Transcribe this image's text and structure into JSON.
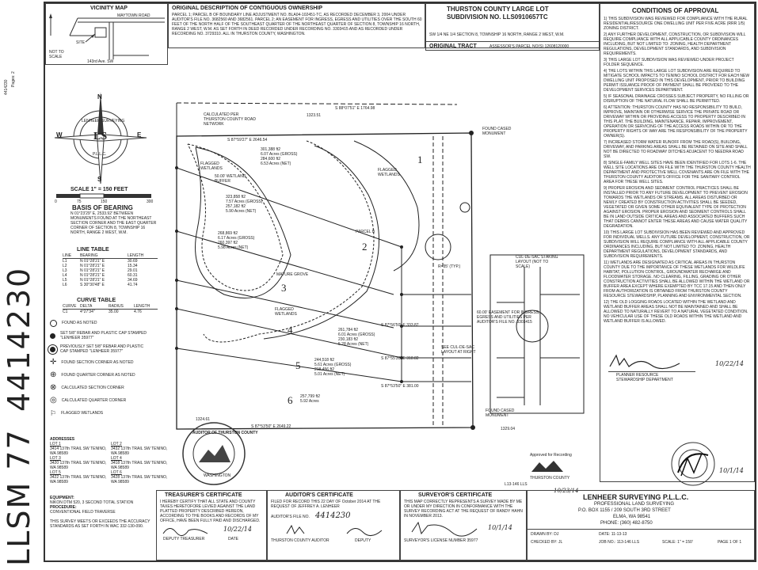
{
  "stamp": {
    "recording_number": "4414230",
    "book": "LLSM 77",
    "page_label": "Pages: 2"
  },
  "vicinity": {
    "title": "VICINITY MAP",
    "road": "MAYTOWN ROAD",
    "road2": "143rd Ave. SW",
    "site": "SITE",
    "nts": "NOT TO SCALE"
  },
  "legal": {
    "title": "ORIGINAL DESCRIPTION OF CONTIGUOUS OWNERSHIP",
    "text": "PARCEL 1; PARCEL B OF BOUNDARY LINE ADJUSTMENT NO. BLA04-102451-TC, AS RECORDED DECEMBER 3, 2004 UNDER AUDITOR'S FILE NO. 3682560 AND 3682561. PARCEL 2; AN EASEMENT FOR INGRESS, EGRESS AND UTILITIES OVER THE SOUTH 60 FEET OF THE NORTH HALF OF THE SOUTHEAST QUARTER OF THE NORTHEAST QUARTER OF SECTION 8, TOWNSHIP 16 NORTH, RANGE 2 WEST, W.M. AS SET FORTH IN DEED RECORDED UNDER RECORDING NO. 3303415 AND AS RECORDED UNDER RECORDING NO. 3729310. ALL IN THURSTON COUNTY, WASHINGTON."
  },
  "title_block": {
    "line1": "THURSTON COUNTY LARGE LOT",
    "line2": "SUBDIVISION NO. LLS0910657TC",
    "location": "SW 1/4 NE 1/4 SECTION 8, TOWNSHIP 16 NORTH, RANGE 2 WEST, W.M.",
    "original_tract": "ORIGINAL TRACT",
    "parcel": "ASSESSOR'S PARCEL NO(S) 12608120000"
  },
  "north_arrow": {
    "n": "N",
    "s": "S",
    "e": "E",
    "w": "W",
    "company": "LENHEER SURVEYING",
    "initials": "LS",
    "pllc": "P.L.L.C."
  },
  "scale": {
    "label": "SCALE 1\" = 150 FEET",
    "ticks": [
      "0",
      "75",
      "150",
      "300"
    ]
  },
  "basis": {
    "title": "BASIS OF BEARING",
    "text": "N 01°23'29\" E, 2533.92' BETWEEN MONUMENTS FOUND AT THE NORTHEAST SECTION CORNER AND THE EAST QUARTER CORNER OF SECTION 8, TOWNSHIP 16 NORTH, RANGE 2 WEST, W.M."
  },
  "line_table": {
    "title": "LINE TABLE",
    "headers": [
      "LINE",
      "BEARING",
      "LENGTH"
    ],
    "rows": [
      [
        "L1",
        "N 01°28'21\" E",
        "30.69"
      ],
      [
        "L2",
        "N 01°28'21\" E",
        "15.34"
      ],
      [
        "L3",
        "N 01°28'21\" E",
        "29.01"
      ],
      [
        "L4",
        "N 01°28'21\" E",
        "60.31"
      ],
      [
        "L5",
        "N 01°28'21\" E",
        "34.69"
      ],
      [
        "L6",
        "S 30°30'48\" E",
        "41.74"
      ]
    ]
  },
  "curve_table": {
    "title": "CURVE TABLE",
    "headers": [
      "CURVE",
      "DELTA",
      "RADIUS",
      "LENGTH"
    ],
    "rows": [
      [
        "C1",
        "4°27'34\"",
        "35.00",
        "4.76"
      ]
    ]
  },
  "legend": {
    "items": [
      "FOUND AS NOTED",
      "SET 5/8\" REBAR AND PLASTIC CAP STAMPED \"LENHEER 35977\"",
      "PREVIOUSLY SET 5/8\" REBAR AND PLASTIC CAP STAMPED \"LENHEER 35977\"",
      "FOUND SECTION CORNER AS NOTED",
      "FOUND QUARTER CORNER AS NOTED",
      "CALCULATED SECTION CORNER",
      "CALCULATED QUARTER CORNER",
      "FLAGGED WETLANDS"
    ]
  },
  "addresses": {
    "title": "ADDRESSES",
    "lots": [
      {
        "lot": "LOT 1",
        "addr": "3414 137th TRAIL SW TENINO, WA 98589"
      },
      {
        "lot": "LOT 2",
        "addr": "3432 137th TRAIL SW TENINO, WA 98589"
      },
      {
        "lot": "LOT 3",
        "addr": "3420 137th TRAIL SW TENINO, WA 98589"
      },
      {
        "lot": "LOT 4",
        "addr": "3418 137th TRAIL SW TENINO, WA 98589"
      },
      {
        "lot": "LOT 5",
        "addr": "3422 137th TRAIL SW TENINO, WA 98589"
      },
      {
        "lot": "LOT 6",
        "addr": "3428 137th TRAIL SW TENINO, WA 98589"
      }
    ]
  },
  "equipment": {
    "title": "EQUIPMENT:",
    "text": "NIKON DTM 520, 3 SECOND TOTAL STATION",
    "proc_title": "PROCEDURE:",
    "proc": "CONVENTIONAL FIELD TRAVERSE",
    "accuracy": "THIS SURVEY MEETS OR EXCEEDS THE ACCURACY STANDARDS AS SET FORTH IN WAC 332-130-090."
  },
  "plat": {
    "north_line": "S 88°07'51\" E 1764.98",
    "top_dim": "1323.51",
    "lots": [
      {
        "num": "1",
        "area": "301,388 ft2",
        "acres_g": "6.07 Acres (GROSS)",
        "area_n": "284,600 ft2",
        "acres_n": "6.53 Acres (NET)"
      },
      {
        "num": "2",
        "area": "323,858 ft2",
        "acres_g": "7.57 Acres (GROSS)",
        "area_n": "257,182 ft2",
        "acres_n": "5.90 Acres (NET)"
      },
      {
        "num": "3",
        "area": "268,869 ft2",
        "acres_g": "6.17 Acres (GROSS)",
        "area_n": "260,397 ft2",
        "acres_n": "5.98 Acres (NET)"
      },
      {
        "num": "4",
        "area": "261,784 ft2",
        "acres_g": "6.01 Acres (GROSS)",
        "area_n": "230,183 ft2",
        "acres_n": "5.28 Acres (NET)"
      },
      {
        "num": "5",
        "area": "244,518 ft2",
        "acres_g": "5.61 Acres (GROSS)",
        "area_n": "218,456 ft2",
        "acres_n": "5.01 Acres (NET)"
      },
      {
        "num": "6",
        "area": "257,799 ft2",
        "acres_g": "5.92 Acres",
        "area_n": "",
        "acres_n": ""
      }
    ],
    "labels": [
      "FLAGGED WETLANDS",
      "50.00' WETLAND BUFFER",
      "FLAGGED WETLANDS",
      "PARCEL B",
      "MATURE GROVE",
      "FLAGGED WETLANDS",
      "FOUND CASED MONUMENT",
      "FOUND CASED MONUMENT",
      "CALCULATED PER THURSTON COUNTY ROAD NETWORK",
      "60.00' EASEMENT FOR INGRESS, EGRESS AND UTILITIES PER AUDITOR'S FILE NO. 3303415",
      "SEE CUL-DE-SAC LAYOUT AT RIGHT",
      "CUL-DE-SAC STAKING LAYOUT (NOT TO SCALE)",
      "R=35' (TYP.)"
    ],
    "bearings": [
      "S 87°59'27\" E 2646.54",
      "S 87°56'50\" E 333.87",
      "S 87°55'30\" E 318.82",
      "S 87°53'50\" E 381.00",
      "S 87°53'50\" E 2649.22",
      "1324.61",
      "1329.04"
    ]
  },
  "conditions": {
    "title": "CONDITIONS OF APPROVAL",
    "items": [
      "1) THIS SUBDIVISION WAS REVIEWED FOR COMPLIANCE WITH THE RURAL RESIDENTIAL/RESOURCE ONE DWELLING UNIT PER FIVE ACRE (RRR 1/5) ZONING DISTRICT.",
      "2) ANY FURTHER DEVELOPMENT, CONSTRUCTION, OR SUBDIVISION WILL REQUIRE COMPLIANCE WITH ALL APPLICABLE COUNTY ORDINANCES INCLUDING, BUT NOT LIMITED TO: ZONING, HEALTH DEPARTMENT REGULATIONS, DEVELOPMENT STANDARDS, AND SUBDIVISION REQUIREMENTS.",
      "3) THIS LARGE LOT SUBDIVISION WAS REVIEWED UNDER PROJECT FOLDER SEQUENCE.",
      "4) THE LOTS WITHIN THIS LARGE LOT SUBDIVISION ARE REQUIRED TO MITIGATE SCHOOL IMPACTS TO TENINO SCHOOL DISTRICT FOR EACH NEW DWELLING UNIT PROPOSED IN THIS DEVELOPMENT, PRIOR TO BUILDING PERMIT ISSUANCE PROOF OF PAYMENT SHALL BE PROVIDED TO THE DEVELOPMENT SERVICES DEPARTMENT.",
      "5) IF SEASONAL DRAINAGE CROSSES SUBJECT PROPERTY, NO FILLING OR DISRUPTION OF THE NATURAL FLOW SHALL BE PERMITTED.",
      "6) ATTENTION: THURSTON COUNTY HAS NO RESPONSIBILITY TO BUILD, IMPROVE, MAINTAIN OR OTHERWISE SERVICE THE PRIVATE ROAD OR DRIVEWAY WITHIN OR PROVIDING ACCESS TO PROPERTY DESCRIBED IN THIS PLAT. THE BUILDING, MAINTENANCE, REPAIR, IMPROVEMENT, OPERATION OR SERVICING OF THE ACCESS ROADS WITHIN OR TO THE PROPERTY RIGHTS OF WAY ARE THE RESPONSIBILITY OF THE PROPERTY OWNER(S).",
      "7) INCREASED STORM WATER RUNOFF FROM THE ROAD(S), BUILDING, DRIVEWAY, AND PARKING AREAS SHALL BE RETAINED ON SITE AND SHALL NOT BE DIRECTED TO ROADWAY DITCHES ADJACENT TO NEEDRA ROAD SW.",
      "8) SINGLE-FAMILY WELL SITES HAVE BEEN IDENTIFIED FOR LOTS 1-6. THE WELL SITE LOCATIONS ARE ON FILE WITH THE THURSTON COUNTY HEALTH DEPARTMENT AND PROTECTIVE WELL COVENANTS ARE ON FILE WITH THE THURSTON COUNTY AUDITOR'S OFFICE FOR THE SANITARY CONTROL AREA FOR THESE WELL SITES.",
      "9) PROPER EROSION AND SEDIMENT CONTROL PRACTICES SHALL BE INSTALLED PRIOR TO ANY FUTURE DEVELOPMENT TO PREVENT EROSION TOWARDS THE WETLANDS OR STREAMS. ALL AREAS DISTURBED OR NEWLY CREATED BY CONSTRUCTION ACTIVITIES SHALL BE SEEDED, VEGETATED OR GIVEN SOME OTHER EQUIVALENT TYPE OF PROTECTION AGAINST EROSION. PROPER EROSION AND SEDIMENT CONTROLS SHALL BE IN LAND OUTSIDE CRITICAL AREAS AND ASSOCIATED BUFFERS SUCH THAT DEBRIS CANNOT ENTER THESE AREAS AND CAUSE WATER QUALITY DEGRADATION.",
      "10) THIS LARGE LOT SUBDIVISION HAS BEEN REVIEWED AND APPROVED FOR INDIVIDUAL WELLS. ANY FUTURE DEVELOPMENT, CONSTRUCTION, OR SUBDIVISION WILL REQUIRE COMPLIANCE WITH ALL APPLICABLE COUNTY ORDINANCES INCLUDING, BUT NOT LIMITED TO: ZONING, HEALTH DEPARTMENT REGULATIONS, DEVELOPMENT STANDARDS, AND SUBDIVISION REQUIREMENTS.",
      "11) WETLANDS ARE DESIGNATED AS CRITICAL AREAS IN THURSTON COUNTY DUE TO THE IMPORTANCE OF THESE WETLANDS FOR WILDLIFE HABITAT, POLLUTION CONTROL, GROUNDWATER RECHARGE AND FLOODWATER STORAGE. NO CLEARING, FILLING, GRADING OR OTHER CONSTRUCTION ACTIVITIES SHALL BE ALLOWED WITHIN THE WETLAND OR BUFFER AREA EXCEPT WHERE EXEMPTED BY TCC 17.15 AND THEN ONLY FROM AUTHORIZATION IS OBTAINED FROM THURSTON COUNTY RESOURCE STEWARDSHIP, PLANNING AND ENVIRONMENTAL SECTION.",
      "12) THE OLD LOGGING ROADS LOCATED WITHIN THE WETLAND AND WETLAND BUFFER AREAS SHALL NOT BE MAINTAINED AND SHALL BE ALLOWED TO NATURALLY REVERT TO A NATURAL VEGETATED CONDITION. NO VEHICULAR USE OF THESE OLD ROADS WITHIN THE WETLAND AND WETLAND BUFFER IS ALLOWED."
    ],
    "planner": "PLANNER RESOURCE STEWARDSHIP DEPARTMENT",
    "planner_date": "10/22/14"
  },
  "recording": {
    "approved": "Approved for Recording",
    "county": "THURSTON COUNTY",
    "date": "10/23/14"
  },
  "seal": {
    "outer": "AUDITOR OF THURSTON COUNTY",
    "inner": "WASHINGTON"
  },
  "treasurer": {
    "title": "TREASURER'S CERTIFICATE",
    "text": "I HEREBY CERTIFY THAT ALL STATE AND COUNTY TAXES HERETOFORE LEVIED AGAINST THE LAND PLATTED PROPERTY DESCRIBED HEREON, ACCORDING TO THE BOOKS AND RECORDS OF MY OFFICE, HAVE BEEN FULLY PAID AND DISCHARGED.",
    "signer": "DEPUTY TREASURER",
    "date": "10/22/14",
    "date_label": "DATE"
  },
  "auditor": {
    "title": "AUDITOR'S CERTIFICATE",
    "text": "FILED FOR RECORD THIS 22 DAY OF October 2014 AT THE REQUEST OF JEFFREY A. LENHEER",
    "file_label": "AUDITOR'S FILE NO.",
    "file_no": "4414230",
    "auditor_label": "THURSTON COUNTY AUDITOR",
    "deputy_label": "DEPUTY"
  },
  "surveyor": {
    "title": "SURVEYOR'S CERTIFICATE",
    "text": "THIS MAP CORRECTLY REPRESENTS A SURVEY MADE BY ME OR UNDER MY DIRECTION IN CONFORMANCE WITH THE SURVEY RECORDING ACT AT THE REQUEST OF RANDY HAHN IN NOVEMBER 2013.",
    "cert": "SURVEYOR'S LICENSE NUMBER 35977",
    "date": "10/1/14"
  },
  "company": {
    "name": "LENHEER SURVEYING P.L.L.C.",
    "sub": "PROFESSIONAL LAND SURVEYING",
    "addr": "P.O. BOX 1155 / 209 SOUTH 3RD STREET",
    "city": "ELMA, WA 98541",
    "phone": "PHONE: (360) 482-8750",
    "drawn": "DRAWN BY: DJ",
    "date": "DATE: 11-13-13",
    "checked": "CHECKED BY: JL",
    "job": "JOB NO.: 113-146 LLS",
    "scale": "SCALE: 1\" = 150'",
    "sheet": "PAGE 1 OF 1",
    "dwg": "L13-146 LLS"
  },
  "colors": {
    "ink": "#222222",
    "paper": "#ffffff"
  }
}
